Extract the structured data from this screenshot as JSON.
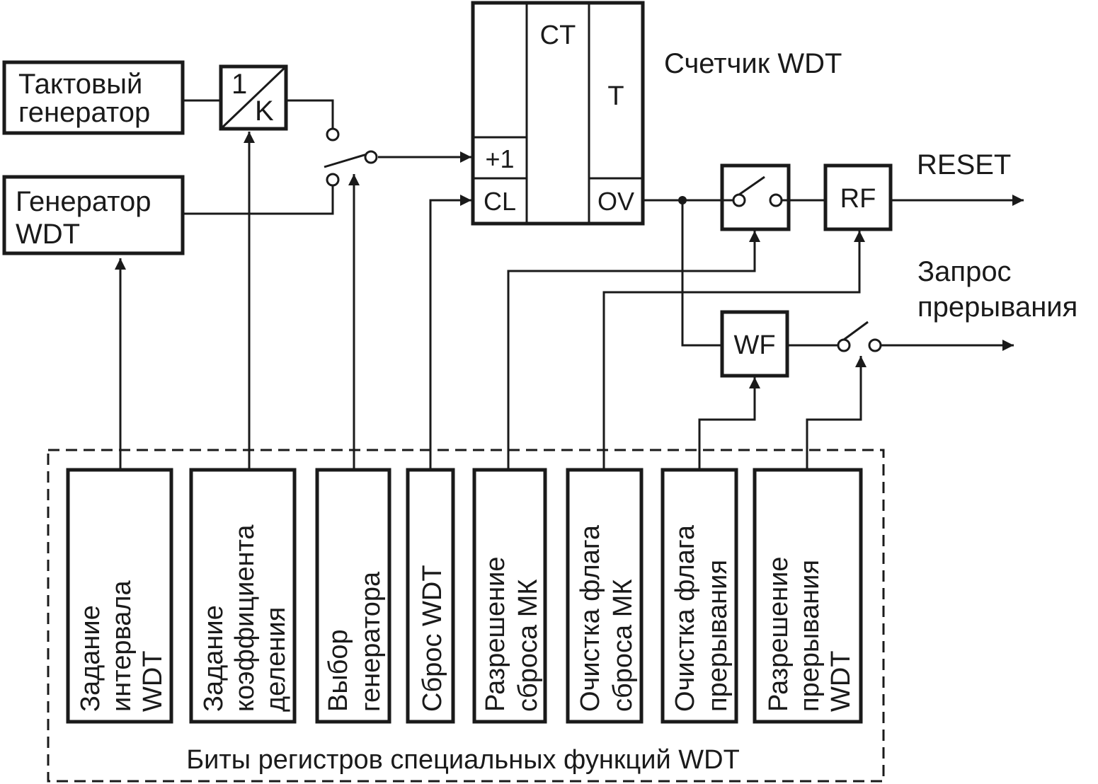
{
  "blocks": {
    "clock_gen": [
      "Тактовый",
      "генератор"
    ],
    "wdt_gen": [
      "Генератор",
      "WDT"
    ],
    "divider_num": "1",
    "divider_den": "K",
    "counter_ct": "CT",
    "counter_t": "T",
    "counter_inc": "+1",
    "counter_cl": "CL",
    "counter_ov": "OV",
    "counter_caption": "Счетчик WDT",
    "rf": "RF",
    "wf": "WF"
  },
  "outputs": {
    "reset": "RESET",
    "irq": [
      "Запрос",
      "прерывания"
    ]
  },
  "register_bits": [
    [
      "Задание",
      "интервала",
      "WDT"
    ],
    [
      "Задание",
      "коэффициента",
      "деления"
    ],
    [
      "Выбор",
      "генератора"
    ],
    [
      "Сброс WDT"
    ],
    [
      "Разрешение",
      "сброса МК"
    ],
    [
      "Очистка флага",
      "сброса МК"
    ],
    [
      "Очистка флага",
      "прерывания"
    ],
    [
      "Разрешение",
      "прерывания",
      "WDT"
    ]
  ],
  "register_caption": "Биты регистров специальных функций WDT"
}
